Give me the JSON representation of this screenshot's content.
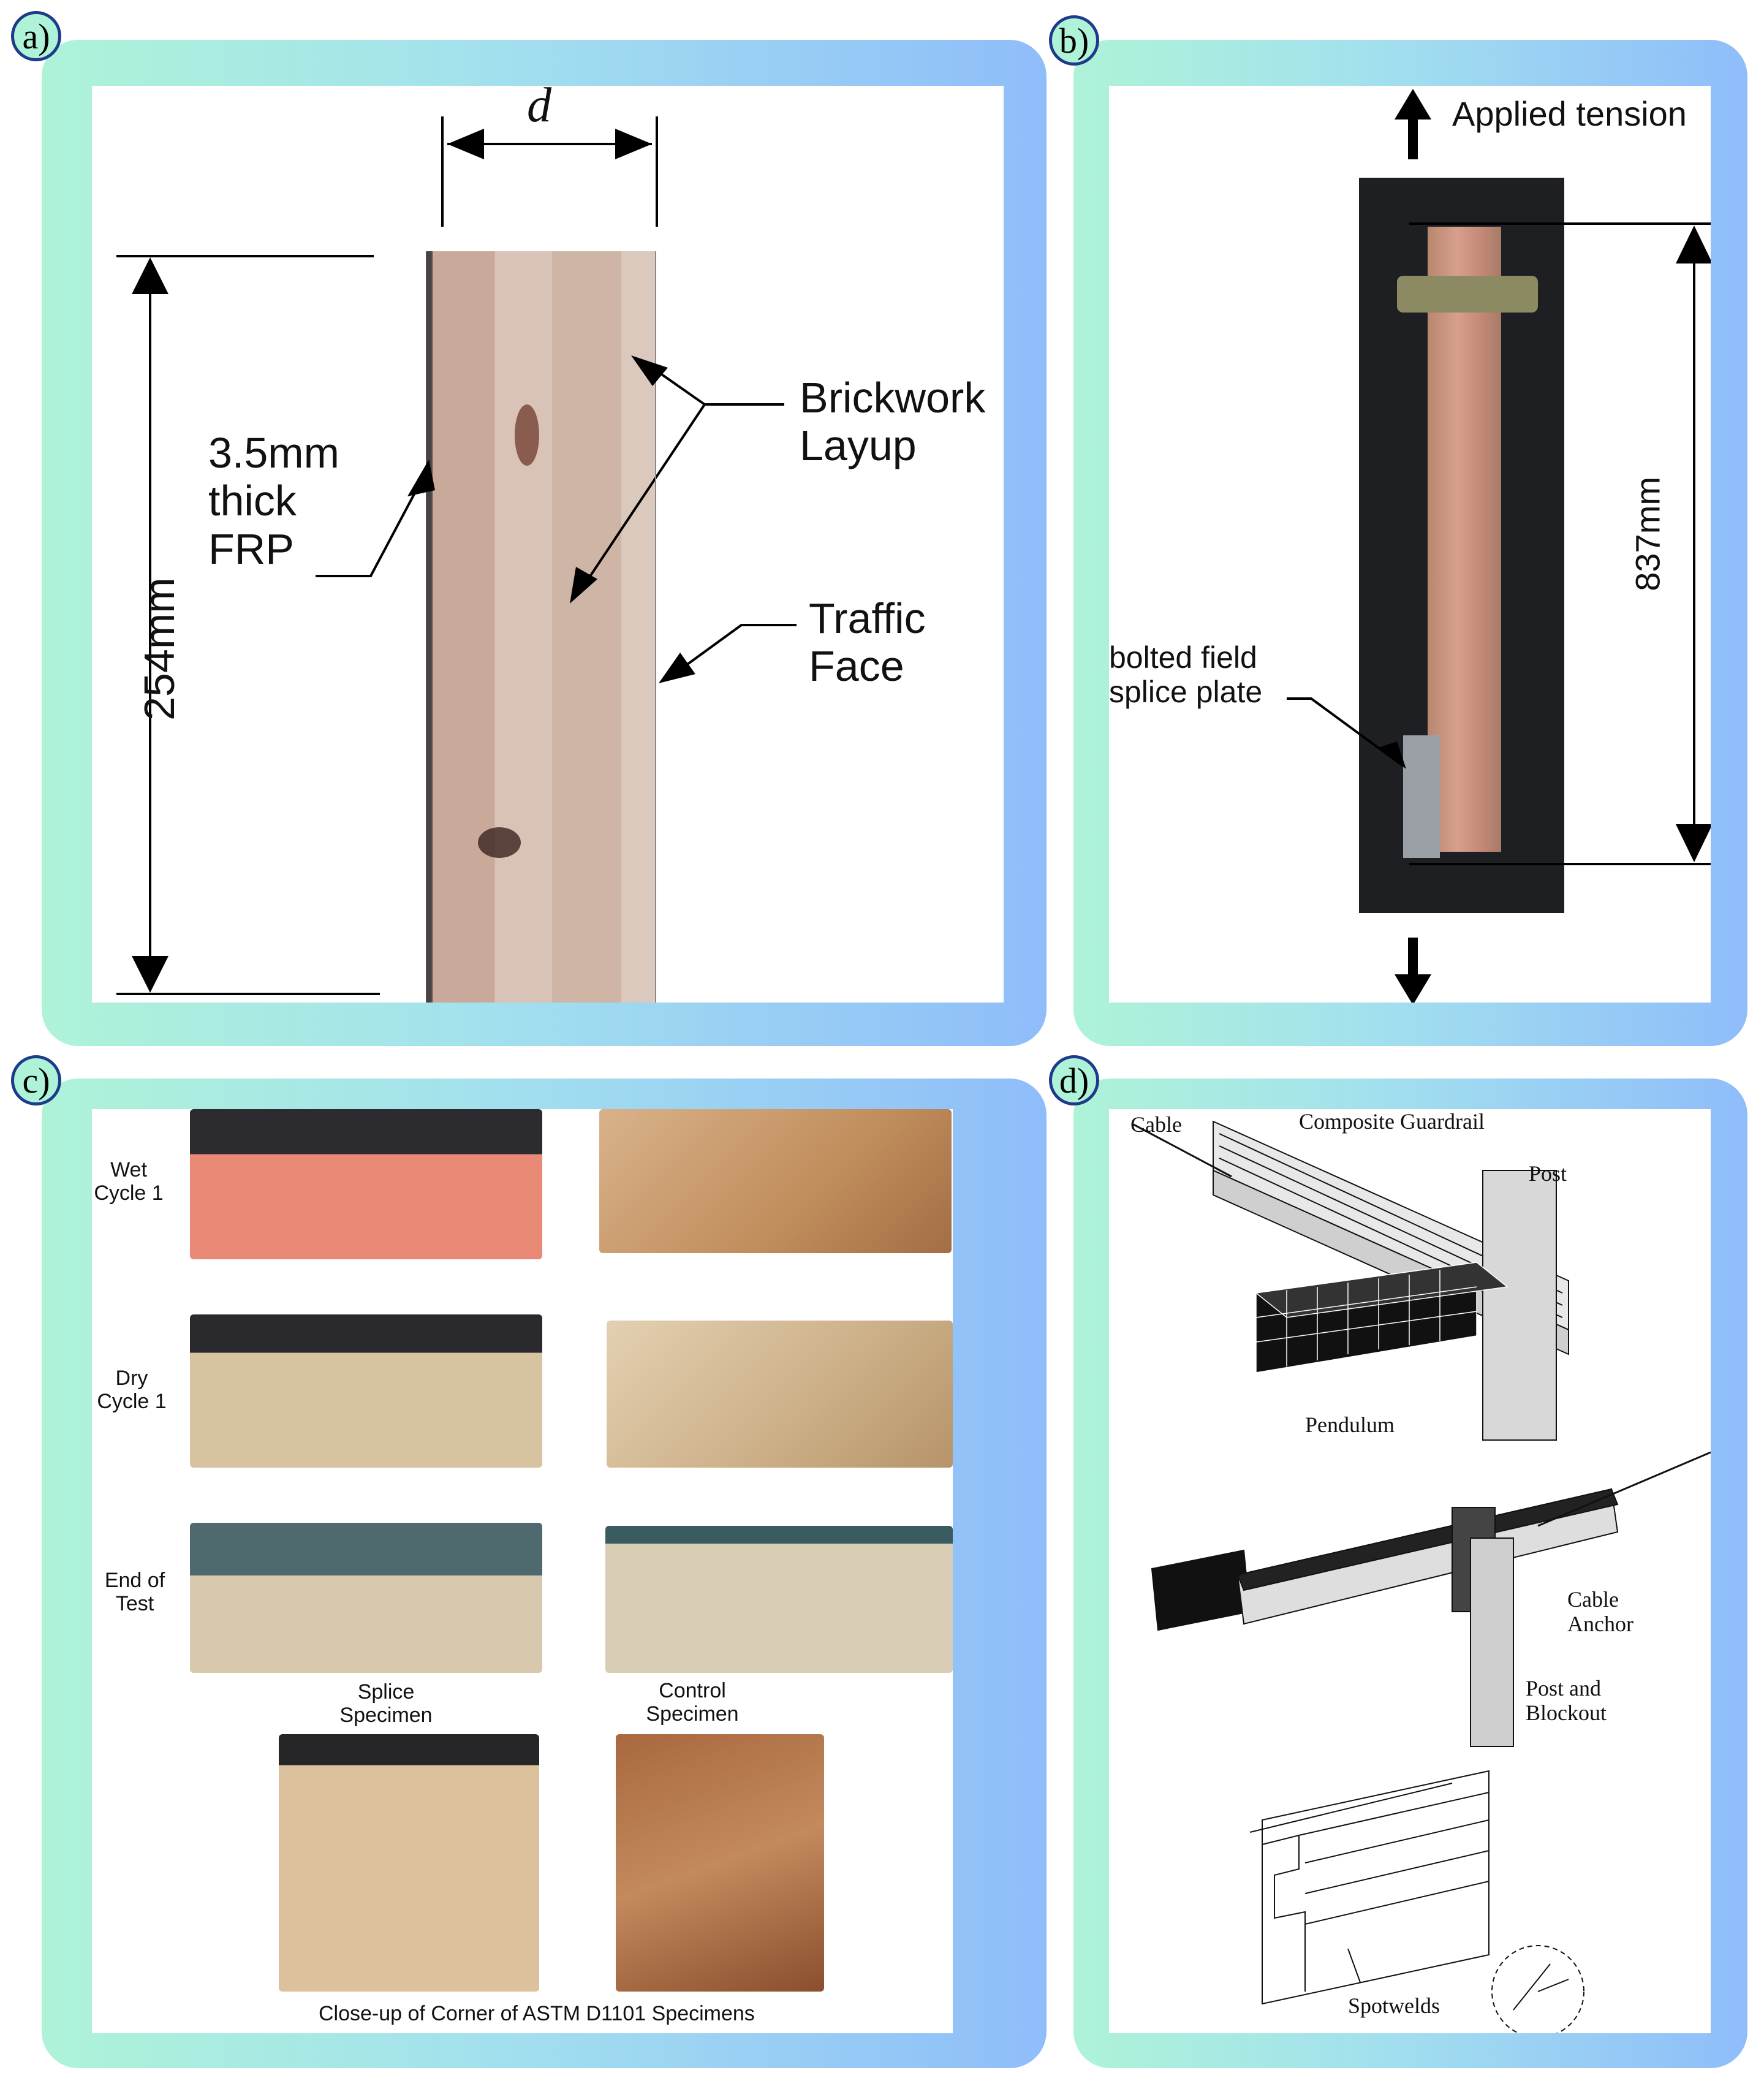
{
  "badges": {
    "a": "a)",
    "b": "b)",
    "c": "c)",
    "d": "d)"
  },
  "panel_a": {
    "dimension_d": "d",
    "thickness_label": "3.5mm\nthick\nFRP",
    "layup_label": "Brickwork\nLayup",
    "face_label": "Traffic\nFace",
    "height_label": "254mm"
  },
  "panel_b": {
    "tension_label": "Applied tension",
    "length_label": "837mm",
    "splice_label": "bolted field\nsplice plate"
  },
  "panel_c": {
    "rows": [
      "Wet\nCycle 1",
      "Dry\nCycle 1",
      "End of\nTest"
    ],
    "columns": [
      "Splice\nSpecimen",
      "Control\nSpecimen"
    ],
    "caption": "Close-up of Corner of ASTM D1101 Specimens"
  },
  "panel_d": {
    "labels": {
      "cable": "Cable",
      "guardrail": "Composite Guardrail",
      "post": "Post",
      "pendulum": "Pendulum",
      "cable_anchor": "Cable\nAnchor",
      "post_blockout": "Post and\nBlockout",
      "spotwelds": "Spotwelds"
    }
  },
  "colors": {
    "frame_left": "#aef3d8",
    "frame_right": "#8fbdfa",
    "badge_border": "#1d3b8a"
  }
}
